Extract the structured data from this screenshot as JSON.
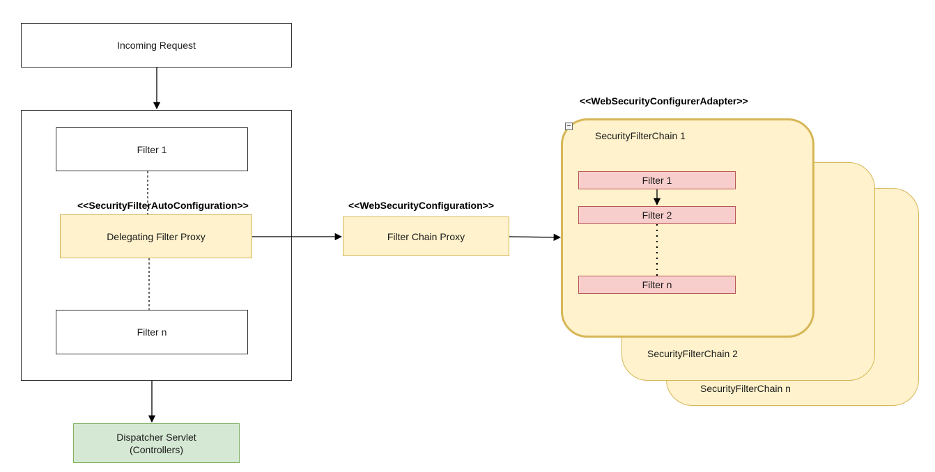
{
  "incoming_request": "Incoming Request",
  "servlet_filters": {
    "filter_1": "Filter 1",
    "filter_n": "Filter n",
    "stereotype": "<<SecurityFilterAutoConfiguration>>",
    "delegating_proxy": "Delegating Filter Proxy"
  },
  "web_security": {
    "stereotype": "<<WebSecurityConfiguration>>",
    "filter_chain_proxy": "Filter Chain Proxy"
  },
  "configurer": {
    "stereotype": "<<WebSecurityConfigurerAdapter>>",
    "chains": [
      "SecurityFilterChain 1",
      "SecurityFilterChain 2",
      "SecurityFilterChain n"
    ],
    "chain_filters": [
      "Filter 1",
      "Filter 2",
      "Filter n"
    ]
  },
  "dispatcher": {
    "line1": "Dispatcher Servlet",
    "line2": "(Controllers)"
  },
  "colors": {
    "yellow_fill": "#fff2cc",
    "yellow_border": "#d6b656",
    "green_fill": "#d5e8d4",
    "green_border": "#82b366",
    "red_fill": "#f8cecc",
    "red_border": "#b85450"
  }
}
